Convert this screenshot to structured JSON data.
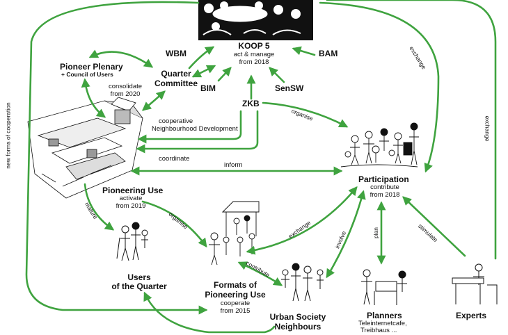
{
  "koop": {
    "title": "KOOP 5",
    "sub1": "act & manage",
    "sub2": "from 2018"
  },
  "wbm": "WBM",
  "bam": "BAM",
  "bim": "BIM",
  "sensw": "SenSW",
  "zkb": "ZKB",
  "pioneer_plenary": {
    "line1": "Pioneer Plenary",
    "line2": "+ Council of Users"
  },
  "consolidate": {
    "line1": "consolidate",
    "line2": "from 2020"
  },
  "quarter_committee": {
    "line1": "Quarter",
    "line2": "Committee"
  },
  "coop_dev": {
    "line1": "cooperative",
    "line2": "Neighbourhood Development"
  },
  "coordinate": "coordinate",
  "inform": "inform",
  "organise_top": "organise",
  "exchange_right": "exchange",
  "exchange_far": "exchange",
  "new_forms": "new forms of cooperation",
  "pioneering_use": {
    "title": "Pioneering Use",
    "sub1": "activate",
    "sub2": "from 2019"
  },
  "mature": "mature",
  "organise_mid": "organise",
  "participation": {
    "title": "Participation",
    "sub1": "contribute",
    "sub2": "from 2018"
  },
  "users": {
    "line1": "Users",
    "line2": "of the Quarter"
  },
  "formats": {
    "line1": "Formats of",
    "line2": "Pioneering Use",
    "sub1": "cooperate",
    "sub2": "from 2015"
  },
  "exchange_mid": "exchange",
  "contribute": "contribute",
  "involve": "involve",
  "plan": "plan",
  "stimulate": "stimulate",
  "urban": {
    "line1": "Urban Society",
    "line2": "Neighbours"
  },
  "planners": {
    "title": "Planners",
    "sub1": "Teleinternetcafe,",
    "sub2": "Treibhaus ..."
  },
  "experts": "Experts",
  "colors": {
    "arrow": "#3fa33f",
    "ink": "#111111"
  }
}
